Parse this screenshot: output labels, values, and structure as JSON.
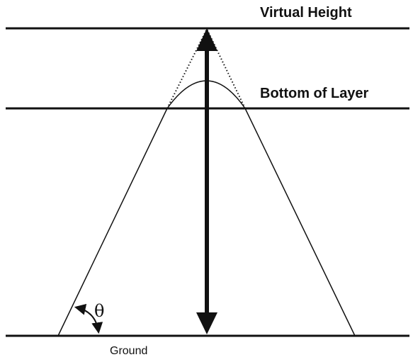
{
  "labels": {
    "virtual_height": "Virtual Height",
    "bottom_of_layer": "Bottom of Layer",
    "ground": "Ground",
    "angle": "θ"
  },
  "colors": {
    "ink": "#111111",
    "background": "#ffffff"
  },
  "elements": {
    "virtual_height_line": "horizontal line",
    "layer_bottom_line": "horizontal line",
    "ground_line": "horizontal line",
    "ray_path": "solid line with curved reflection arc",
    "virtual_path": "dotted extension lines",
    "height_arrow": "double-headed vertical arrow",
    "angle_marker": "curved double-headed arrow"
  }
}
